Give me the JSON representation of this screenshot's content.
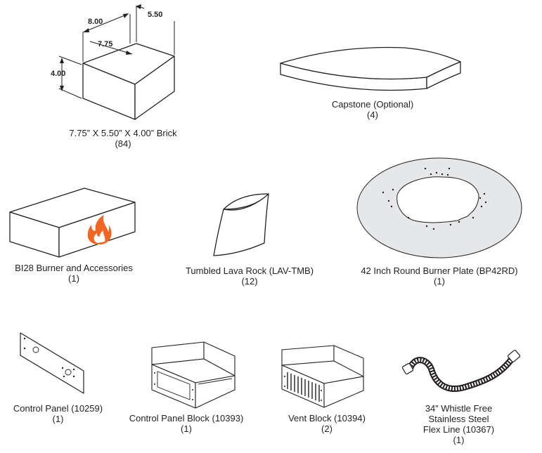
{
  "parts": {
    "brick": {
      "name": "7.75” X 5.50” X 4.00” Brick",
      "qty": "(84)",
      "dimensions": {
        "width": "8.00",
        "depth": "5.50",
        "length": "7.75",
        "height": "4.00"
      }
    },
    "capstone": {
      "name": "Capstone (Optional)",
      "qty": "(4)"
    },
    "burner": {
      "name": "BI28 Burner and Accessories",
      "qty": "(1)",
      "flame_color": "#f26522"
    },
    "lava_rock": {
      "name": "Tumbled Lava Rock (LAV-TMB)",
      "qty": "(12)"
    },
    "burner_plate": {
      "name": "42 Inch Round Burner Plate (BP42RD)",
      "qty": "(1)",
      "plate_color": "#e6e7e8"
    },
    "control_panel": {
      "name": "Control Panel (10259)",
      "qty": "(1)"
    },
    "control_panel_block": {
      "name": "Control Panel Block (10393)",
      "qty": "(1)"
    },
    "vent_block": {
      "name": "Vent Block (10394)",
      "qty": "(2)"
    },
    "flex_line": {
      "name_lines": [
        "34” Whistle Free",
        "Stainless Steel",
        "Flex Line (10367)"
      ],
      "qty": "(1)"
    }
  }
}
